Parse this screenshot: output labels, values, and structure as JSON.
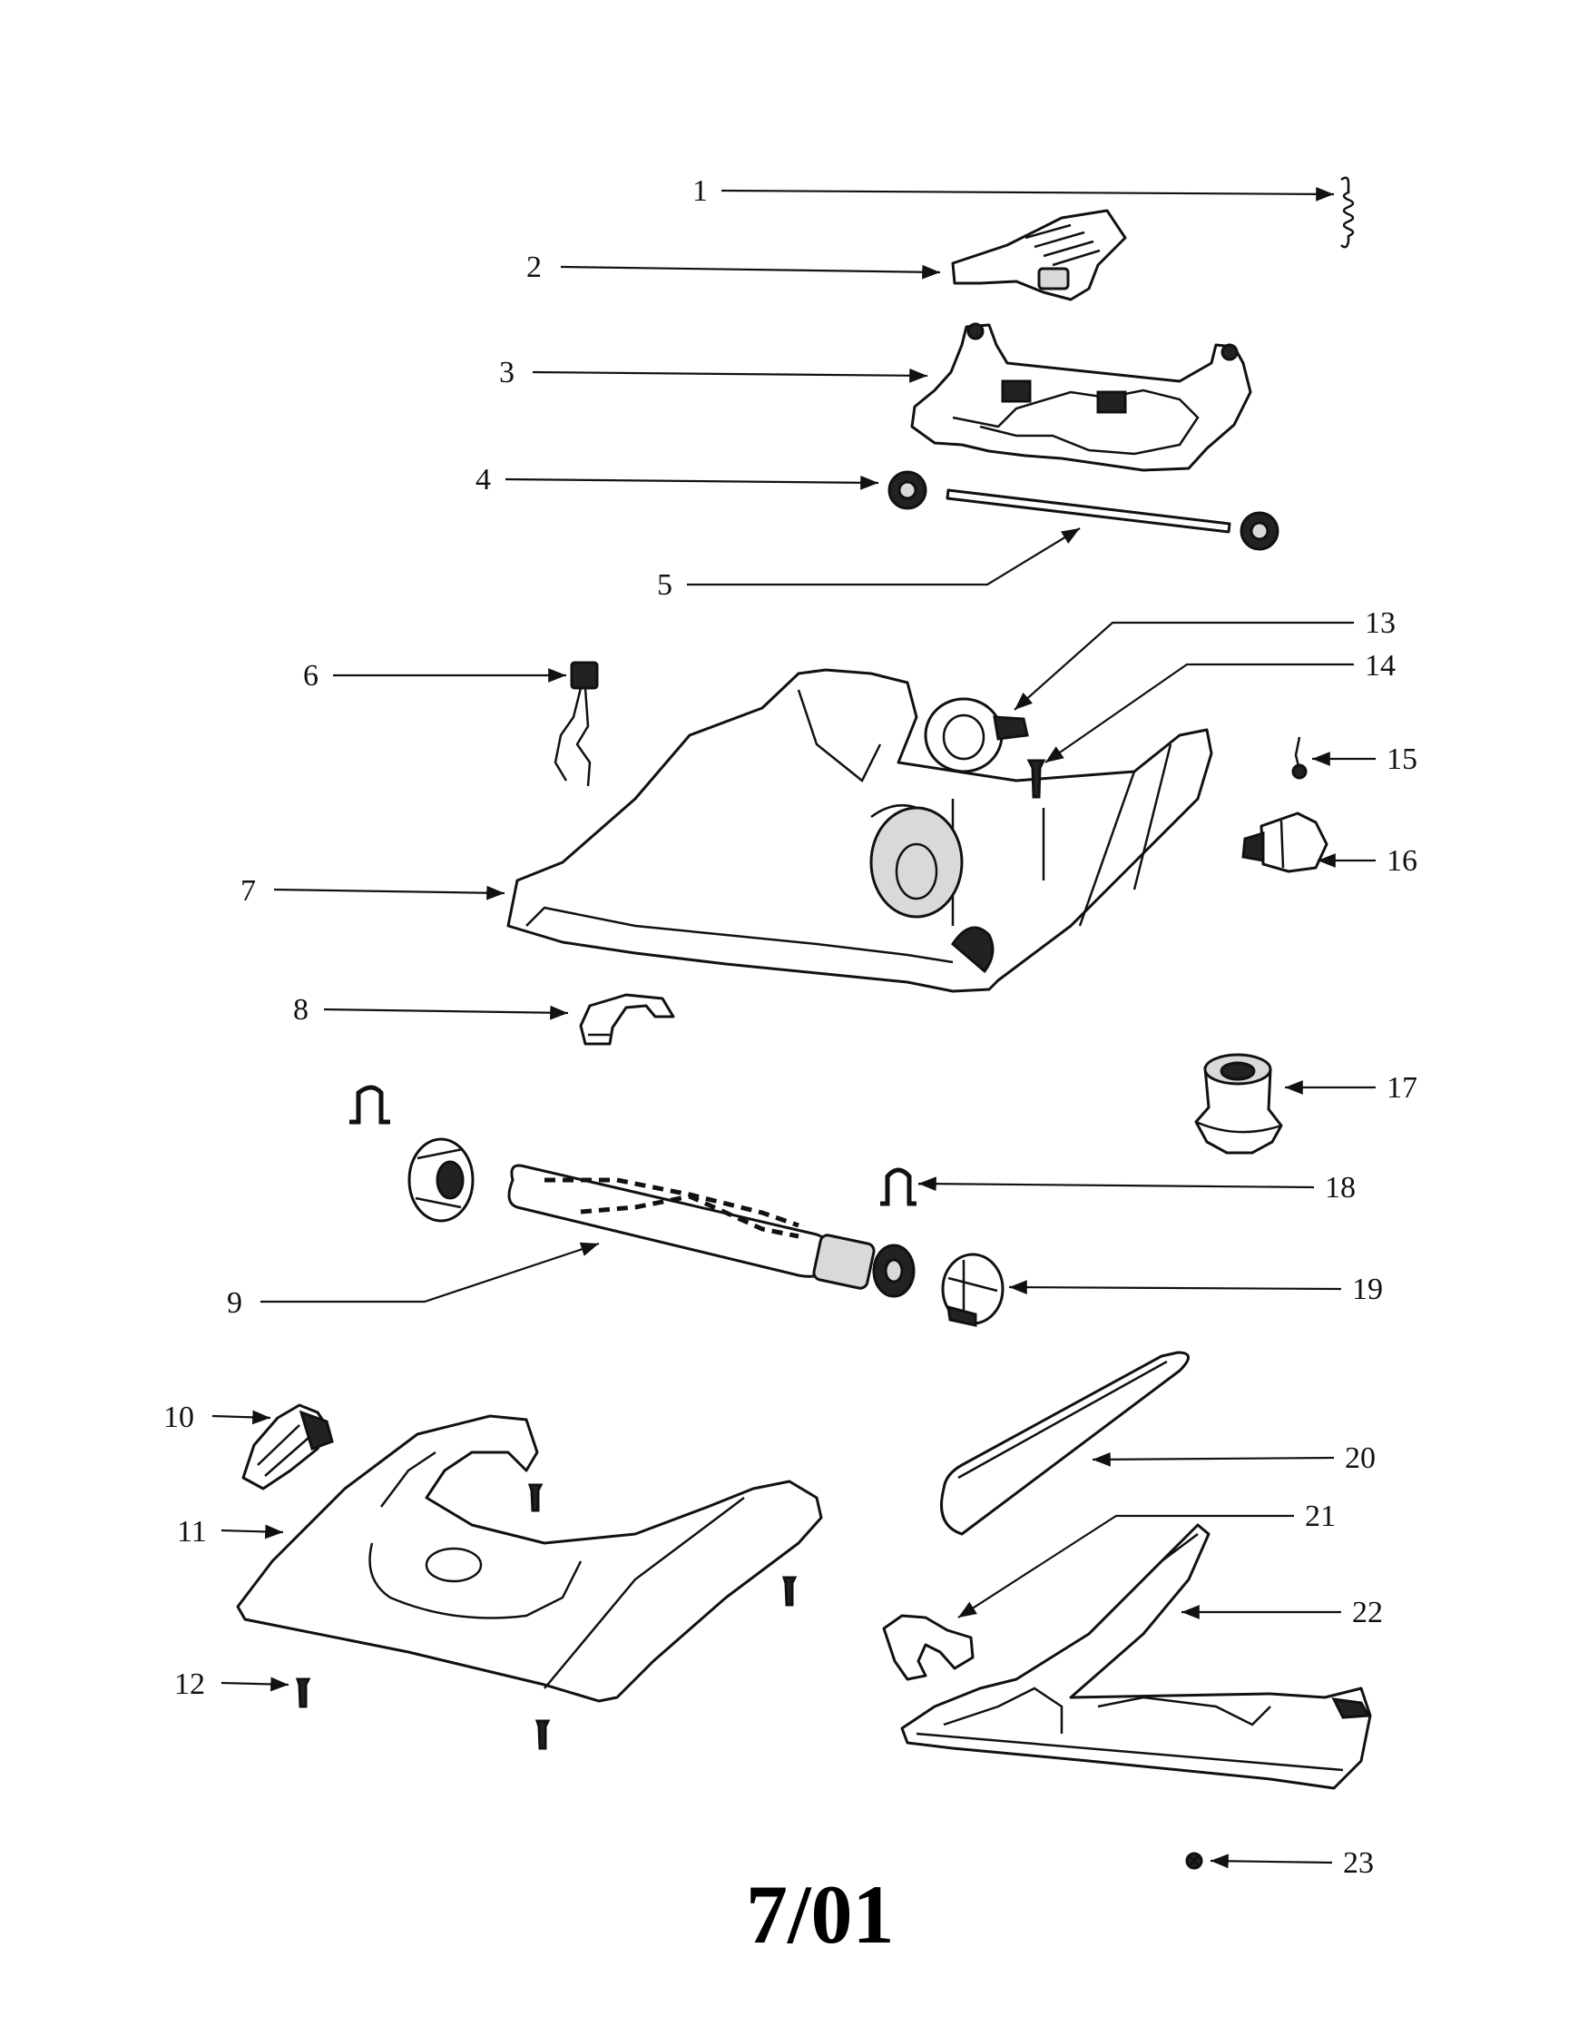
{
  "diagram": {
    "footer_code": "7/01",
    "parts": [
      {
        "number": "1"
      },
      {
        "number": "2"
      },
      {
        "number": "3"
      },
      {
        "number": "4"
      },
      {
        "number": "5"
      },
      {
        "number": "6"
      },
      {
        "number": "7"
      },
      {
        "number": "8"
      },
      {
        "number": "9"
      },
      {
        "number": "10"
      },
      {
        "number": "11"
      },
      {
        "number": "12"
      },
      {
        "number": "13"
      },
      {
        "number": "14"
      },
      {
        "number": "15"
      },
      {
        "number": "16"
      },
      {
        "number": "17"
      },
      {
        "number": "18"
      },
      {
        "number": "19"
      },
      {
        "number": "20"
      },
      {
        "number": "21"
      },
      {
        "number": "22"
      },
      {
        "number": "23"
      }
    ]
  }
}
